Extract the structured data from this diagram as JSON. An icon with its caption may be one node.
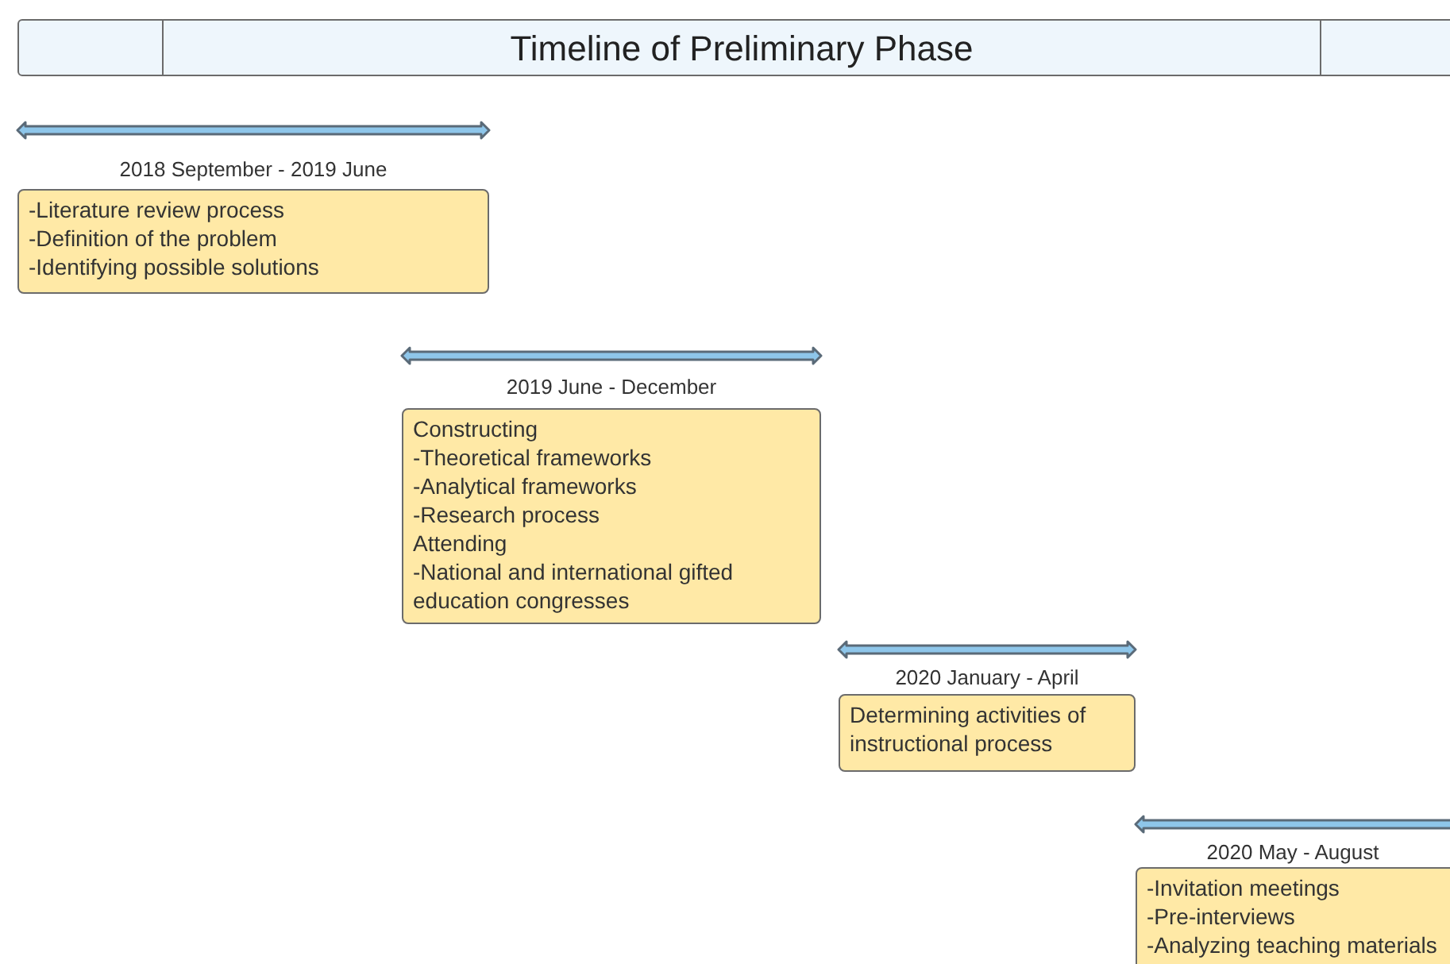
{
  "diagram": {
    "title": "Timeline of Preliminary Phase",
    "nodes": [
      {
        "text": [
          "-Literature review process",
          "-Definition of the problem",
          "-Identifying possible solutions"
        ],
        "beside": [
          "2018 September - 2019 June"
        ]
      },
      {
        "text": [
          "Constructing",
          "-Theoretical frameworks",
          "-Analytical frameworks",
          "-Research process",
          "Attending",
          "-National and international gifted education congresses"
        ],
        "beside": [
          "2019 June - December"
        ]
      },
      {
        "text": [
          "Determining activities of instructional process"
        ],
        "beside": [
          "2020 January - April"
        ]
      },
      {
        "text": [
          "-Invitation meetings",
          "-Pre-interviews",
          "-Analyzing teaching materials"
        ],
        "beside": [
          "2020 May - August"
        ]
      }
    ]
  }
}
